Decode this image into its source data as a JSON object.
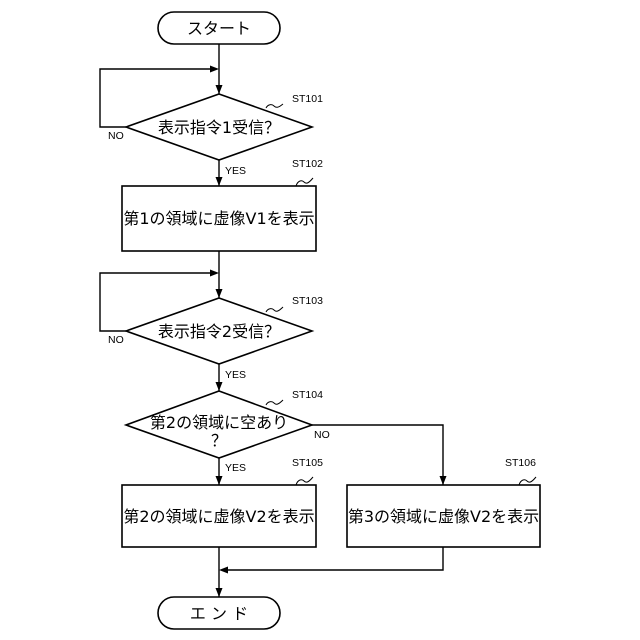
{
  "flowchart": {
    "start": {
      "label": "スタート"
    },
    "end": {
      "label": "エ ン ド"
    },
    "steps": [
      {
        "id": "ST101",
        "type": "decision",
        "label": "表示指令1受信？",
        "yes": "YES",
        "no": "NO"
      },
      {
        "id": "ST102",
        "type": "process",
        "label": "第1の領域に虚像V1を表示"
      },
      {
        "id": "ST103",
        "type": "decision",
        "label": "表示指令2受信？",
        "yes": "YES",
        "no": "NO"
      },
      {
        "id": "ST104",
        "type": "decision",
        "label_line1": "第2の領域に空あり",
        "label_line2": "？",
        "yes": "YES",
        "no": "NO"
      },
      {
        "id": "ST105",
        "type": "process",
        "label": "第2の領域に虚像V2を表示"
      },
      {
        "id": "ST106",
        "type": "process",
        "label": "第3の領域に虚像V2を表示"
      }
    ]
  }
}
